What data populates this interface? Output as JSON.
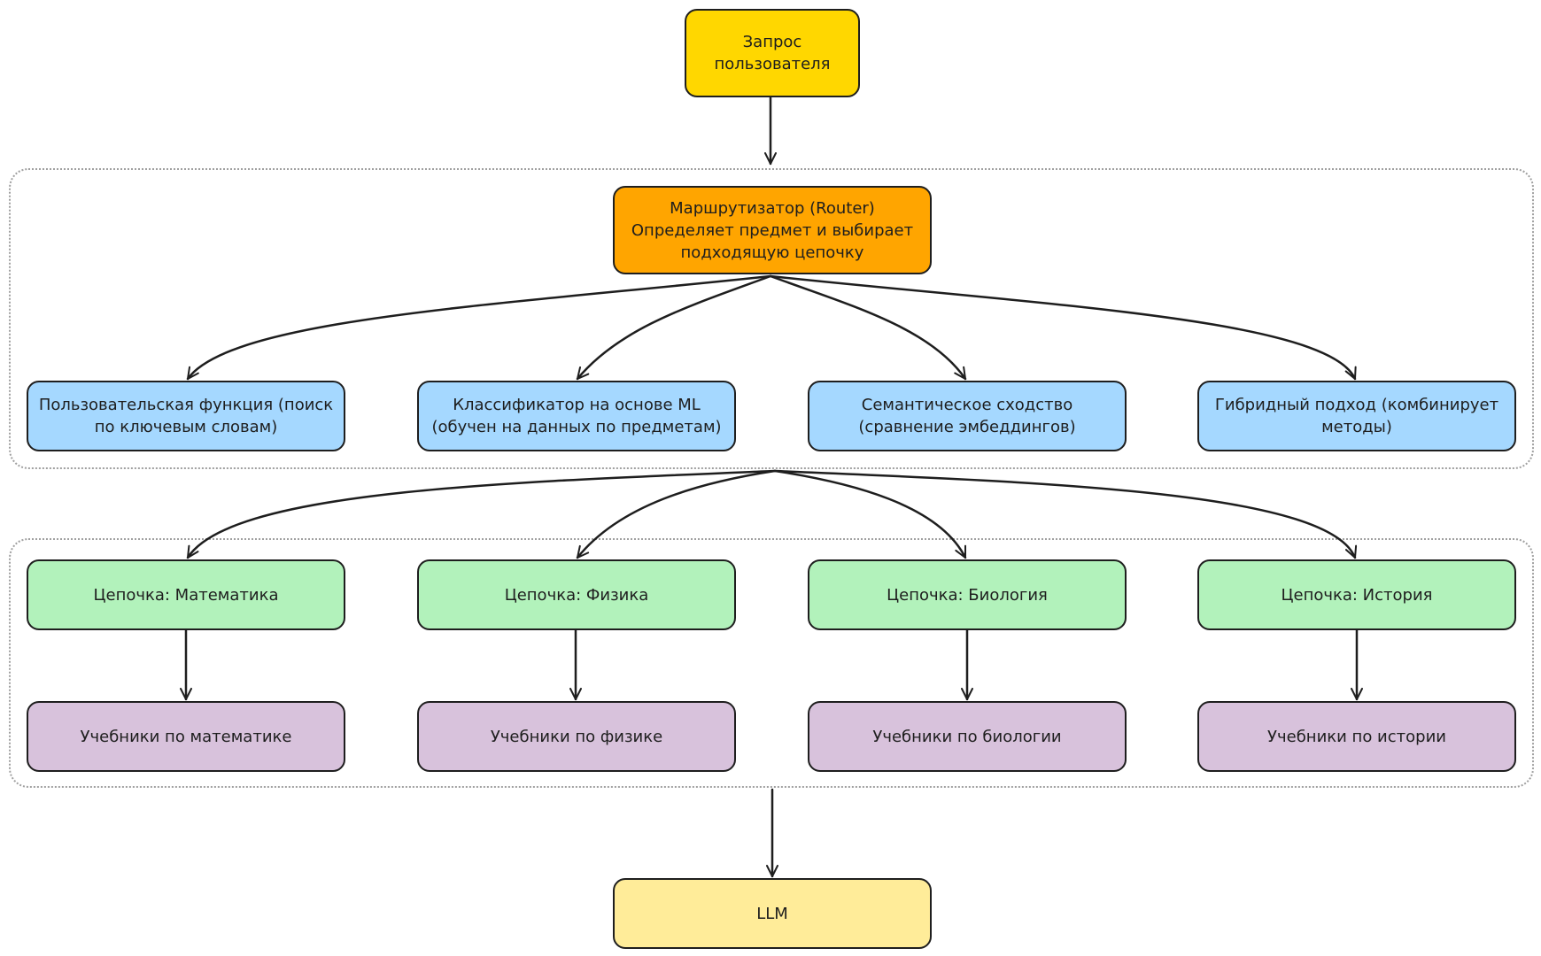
{
  "colors": {
    "query": "#ffd700",
    "router": "#ffa500",
    "method": "#a5d8ff",
    "chain": "#b2f2bb",
    "textbook": "#d8c2dc",
    "llm": "#ffec99",
    "stroke": "#1e1e1e"
  },
  "nodes": {
    "query": "Запрос\nпользователя",
    "router": "Маршрутизатор (Router)\nОпределяет предмет и выбирает\nподходящую цепочку",
    "methods": [
      "Пользовательская функция (поиск\nпо ключевым словам)",
      "Классификатор на основе ML\n(обучен на данных по предметам)",
      "Семантическое сходство\n(сравнение эмбеддингов)",
      "Гибридный подход (комбинирует\nметоды)"
    ],
    "chains": [
      "Цепочка: Математика",
      "Цепочка: Физика",
      "Цепочка: Биология",
      "Цепочка: История"
    ],
    "textbooks": [
      "Учебники по математике",
      "Учебники по физике",
      "Учебники по биологии",
      "Учебники по истории"
    ],
    "llm": "LLM"
  }
}
